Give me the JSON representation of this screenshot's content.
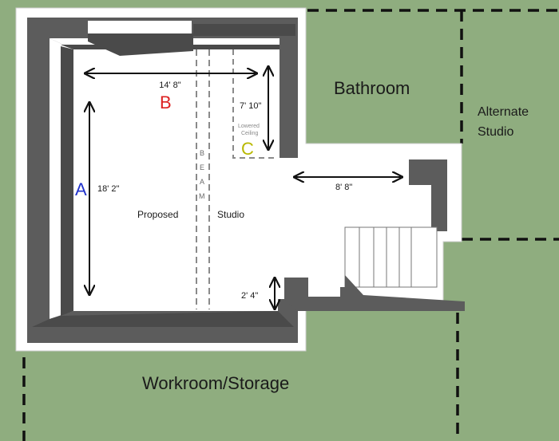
{
  "rooms": {
    "bathroom": "Bathroom",
    "alternate_line1": "Alternate",
    "alternate_line2": "Studio",
    "workroom": "Workroom/Storage",
    "proposed": "Proposed",
    "studio": "Studio"
  },
  "markers": {
    "a": "A",
    "b": "B",
    "c": "C"
  },
  "beam_letters": [
    "B",
    "E",
    "A",
    "M"
  ],
  "ceiling": {
    "line1": "Lowered",
    "line2": "Ceiling"
  },
  "dimensions": {
    "width": "14' 8\"",
    "height": "18' 2\"",
    "lowered": "7' 10\"",
    "hall": "8' 8\"",
    "landing": "2' 4\""
  },
  "colors": {
    "grass": "#8fad7f",
    "wall_top": "#ffffff",
    "wall_side": "#5a5a5a",
    "floor": "#ffffff",
    "marker_a": "#2233cc",
    "marker_b": "#dd2222",
    "marker_c": "#b8b800"
  }
}
